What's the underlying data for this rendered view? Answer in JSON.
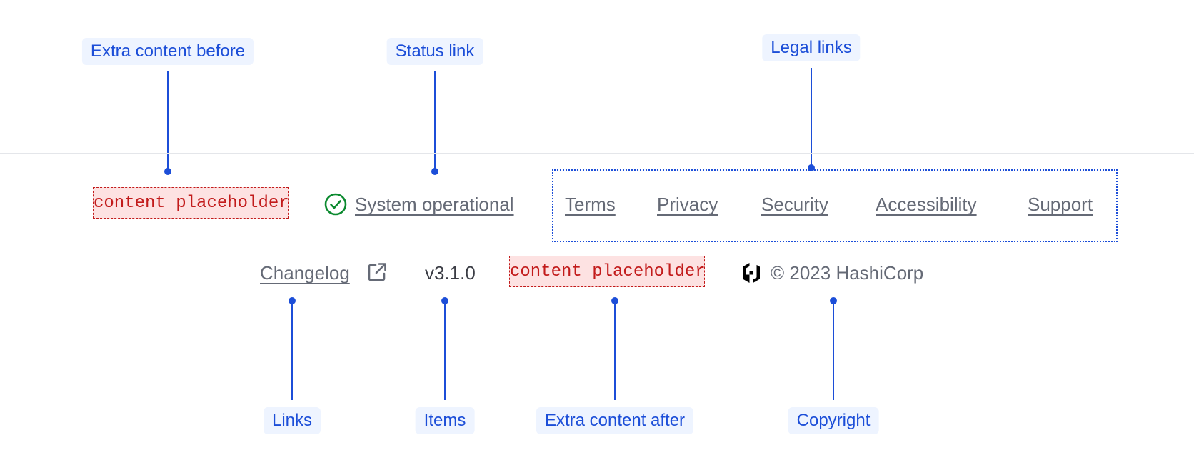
{
  "callouts": {
    "extra_before": "Extra content before",
    "status_link": "Status link",
    "legal_links": "Legal links",
    "links": "Links",
    "items": "Items",
    "extra_after": "Extra content after",
    "copyright": "Copyright"
  },
  "footer": {
    "extra_before_placeholder": "content placeholder",
    "status": {
      "label": "System operational",
      "icon": "check-circle-icon"
    },
    "legal_links": [
      {
        "label": "Terms"
      },
      {
        "label": "Privacy"
      },
      {
        "label": "Security"
      },
      {
        "label": "Accessibility"
      },
      {
        "label": "Support"
      }
    ],
    "links": [
      {
        "label": "Changelog",
        "icon": "external-link-icon"
      }
    ],
    "items": [
      {
        "label": "v3.1.0"
      }
    ],
    "extra_after_placeholder": "content placeholder",
    "copyright": {
      "logo": "hashicorp-logo",
      "text": "© 2023 HashiCorp"
    }
  },
  "colors": {
    "annotation": "#1c4ed8",
    "annotation_bg": "#eef4ff",
    "placeholder_text": "#c21b1b",
    "placeholder_bg": "#fde2e2",
    "status_success": "#0b8a2f",
    "footer_text": "#656a76",
    "divider": "#e4e6ea"
  }
}
